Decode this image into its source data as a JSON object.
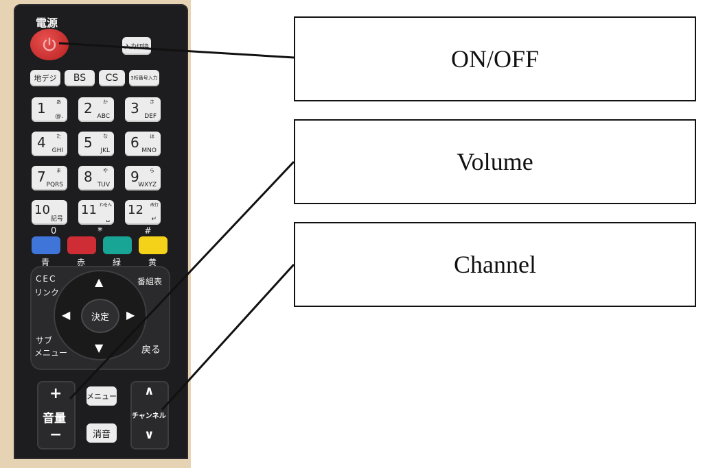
{
  "remote": {
    "power_label": "電源",
    "input_switch": "入力切換",
    "broadcast_keys": [
      "地デジ",
      "BS",
      "CS",
      "3桁番号入力"
    ],
    "number_keys": [
      {
        "num": "1",
        "kana": "あ",
        "letters": "@."
      },
      {
        "num": "2",
        "kana": "か",
        "letters": "ABC"
      },
      {
        "num": "3",
        "kana": "さ",
        "letters": "DEF"
      },
      {
        "num": "4",
        "kana": "た",
        "letters": "GHI"
      },
      {
        "num": "5",
        "kana": "な",
        "letters": "JKL"
      },
      {
        "num": "6",
        "kana": "は",
        "letters": "MNO"
      },
      {
        "num": "7",
        "kana": "ま",
        "letters": "PQRS"
      },
      {
        "num": "8",
        "kana": "や",
        "letters": "TUV"
      },
      {
        "num": "9",
        "kana": "ら",
        "letters": "WXYZ"
      },
      {
        "num": "10",
        "kana": "",
        "letters": "記号"
      },
      {
        "num": "11",
        "kana": "わをん",
        "letters": "␣"
      },
      {
        "num": "12",
        "kana": "改行",
        "letters": "↵"
      }
    ],
    "color_marks": [
      "0",
      "*",
      "#"
    ],
    "color_labels": [
      "青",
      "赤",
      "緑",
      "黄"
    ],
    "colors": {
      "blue": "#3f74d9",
      "red": "#cf2d35",
      "green": "#18a596",
      "yellow": "#f4d21a"
    },
    "cec_line1": "CEC",
    "cec_line2": "リンク",
    "guide": "番組表",
    "sub_line1": "サブ",
    "sub_line2": "メニュー",
    "back": "戻る",
    "enter": "決定",
    "volume_plus": "+",
    "volume_label": "音量",
    "volume_minus": "−",
    "menu": "メニュー",
    "mute": "消音",
    "channel_up": "∧",
    "channel_label": "チャンネル",
    "channel_down": "∨"
  },
  "callouts": {
    "on_off": "ON/OFF",
    "volume": "Volume",
    "channel": "Channel"
  }
}
